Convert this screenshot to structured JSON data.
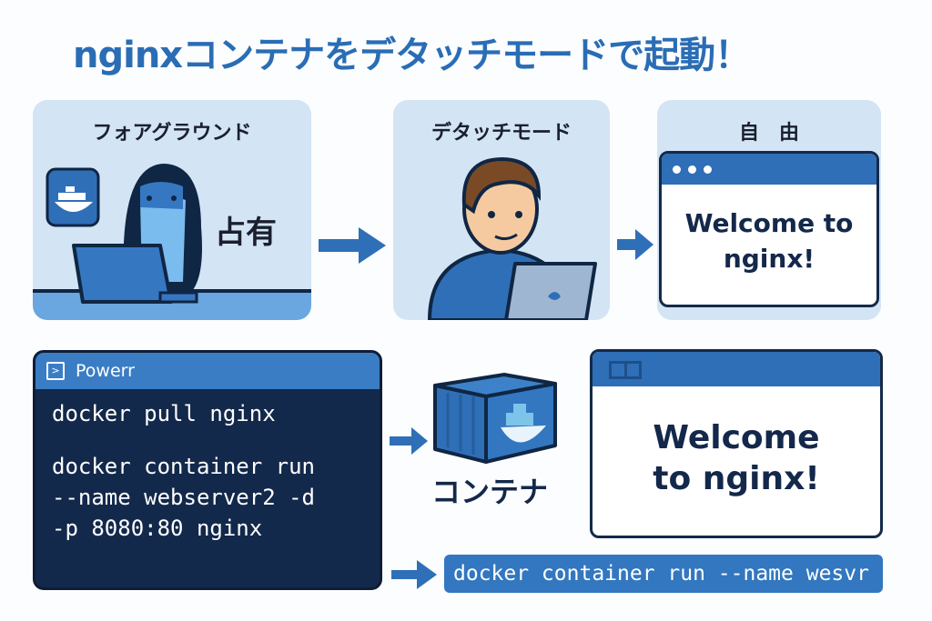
{
  "title": "nginxコンテナをデタッチモードで起動！",
  "panels": {
    "foreground": {
      "label": "フォアグラウンド",
      "caption": "占有"
    },
    "detach": {
      "label": "デタッチモード"
    },
    "free": {
      "label": "自　由",
      "browser_text_line1": "Welcome to",
      "browser_text_line2": "nginx!"
    }
  },
  "terminal": {
    "title": "Powerr",
    "lines": [
      "docker pull nginx",
      "",
      "docker container run",
      "--name webserver2 -d",
      "-p 8080:80 nginx"
    ]
  },
  "container": {
    "label": "コンテナ"
  },
  "browser2": {
    "line1": "Welcome",
    "line2": "to nginx!"
  },
  "command_bar": {
    "text": "docker container run --name wesvr"
  },
  "colors": {
    "accent": "#2a6db5",
    "panel_bg": "#d3e4f4",
    "terminal_bg": "#13294b",
    "dark_text": "#13284a"
  }
}
